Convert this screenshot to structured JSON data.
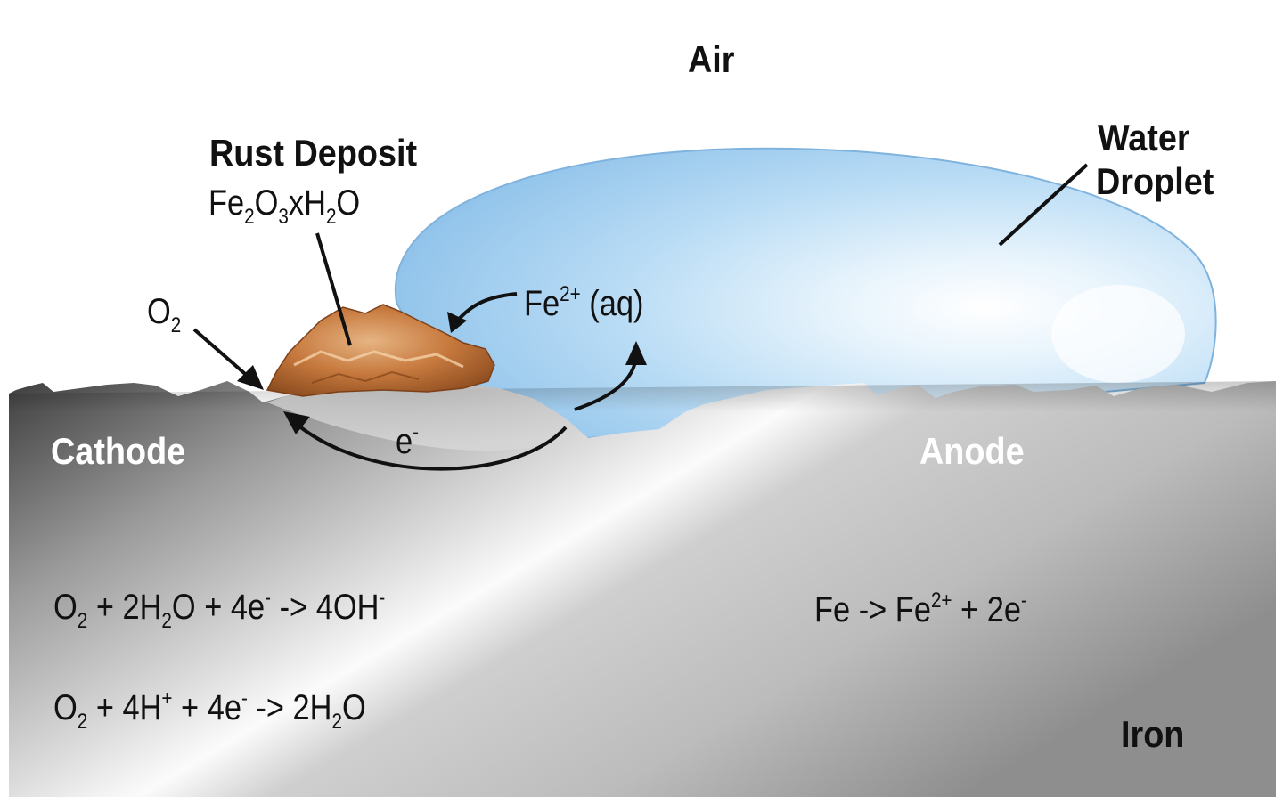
{
  "labels": {
    "air": "Air",
    "water": "Water",
    "droplet": "Droplet",
    "rust_title": "Rust Deposit",
    "cathode": "Cathode",
    "anode": "Anode",
    "iron": "Iron",
    "electron": "e",
    "minus": "-",
    "o2_o": "O",
    "o2_sub": "2"
  },
  "rust_formula": {
    "fe": "Fe",
    "s1": "2",
    "o": "O",
    "s2": "3",
    "x": "xH",
    "s3": "2",
    "o2": "O"
  },
  "fe_ion_label": {
    "fe": "Fe",
    "charge": "2+",
    "state": " (aq)"
  },
  "cathode_eq1": {
    "o": "O",
    "s1": "2",
    "p1": " + 2H",
    "s2": "2",
    "p2": "O + 4e",
    "c1": "-",
    "p3": " -> 4OH",
    "c2": "-"
  },
  "cathode_eq2": {
    "o": "O",
    "s1": "2",
    "p1": " + 4H",
    "c1": "+",
    "p2": " + 4e",
    "c2": "-",
    "p3": " -> 2H",
    "s2": "2",
    "p4": "O"
  },
  "anode_eq": {
    "p1": "Fe -> Fe",
    "c1": "2+",
    "p2": " + 2e",
    "c2": "-"
  },
  "colors": {
    "metal_dark": "#3f3f3f",
    "metal_light": "#f4f4f4",
    "water": "#a9d3f2",
    "rust": "#c4743a",
    "text": "#111111"
  }
}
